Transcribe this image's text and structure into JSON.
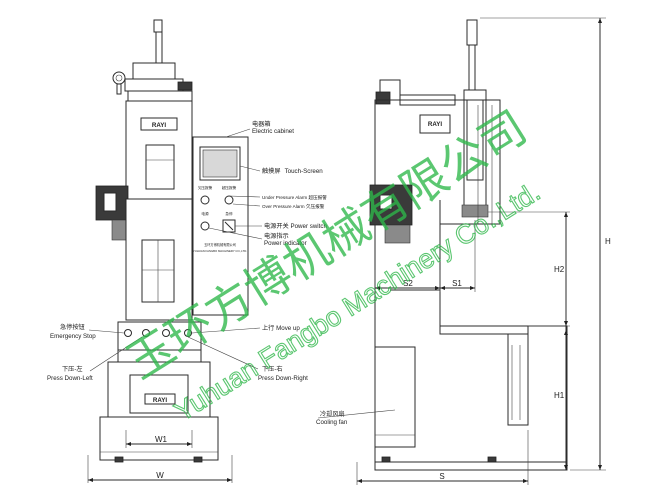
{
  "labels": {
    "electric_cabinet_cn": "电器箱",
    "electric_cabinet_en": "Electric cabinet",
    "touch_screen_cn": "触摸屏",
    "touch_screen_en": "Touch-Screen",
    "under_pressure_alarm": "Under Pressure Alarm 超压报警",
    "over_pressure_alarm": "Over Pressure Alarm 欠压报警",
    "power_switch": "电源开关 Power switch",
    "power_indicator_cn": "电源指示",
    "power_indicator_en": "Power indicator",
    "emergency_stop_cn": "急停按钮",
    "emergency_stop_en": "Emergency Stop",
    "move_up": "上行 Move up",
    "press_down_left_cn": "下压-左",
    "press_down_left_en": "Press Down-Left",
    "press_down_right_cn": "下压-右",
    "press_down_right_en": "Press Down-Right",
    "cooling_fan_cn": "冷却风扇",
    "cooling_fan_en": "Cooling fan",
    "logo": "RAYI",
    "panel_small_1": "欠压报警",
    "panel_small_2": "超压报警",
    "panel_small_3": "电源",
    "panel_small_4": "急停",
    "panel_company_cn": "玉环方博机械有限公司",
    "panel_company_en": "YUHUAN FANGBO MACHINERY CO.,LTD."
  },
  "dimensions": {
    "w": "W",
    "w1": "W1",
    "s": "S",
    "s1": "S1",
    "s2": "S2",
    "h": "H",
    "h1": "H1",
    "h2": "H2"
  },
  "watermark": {
    "cn": "玉环方博机械有限公司",
    "en": "Yuhuan Fangbo Machinery Co.,Ltd.",
    "color": "#2eb84a"
  }
}
